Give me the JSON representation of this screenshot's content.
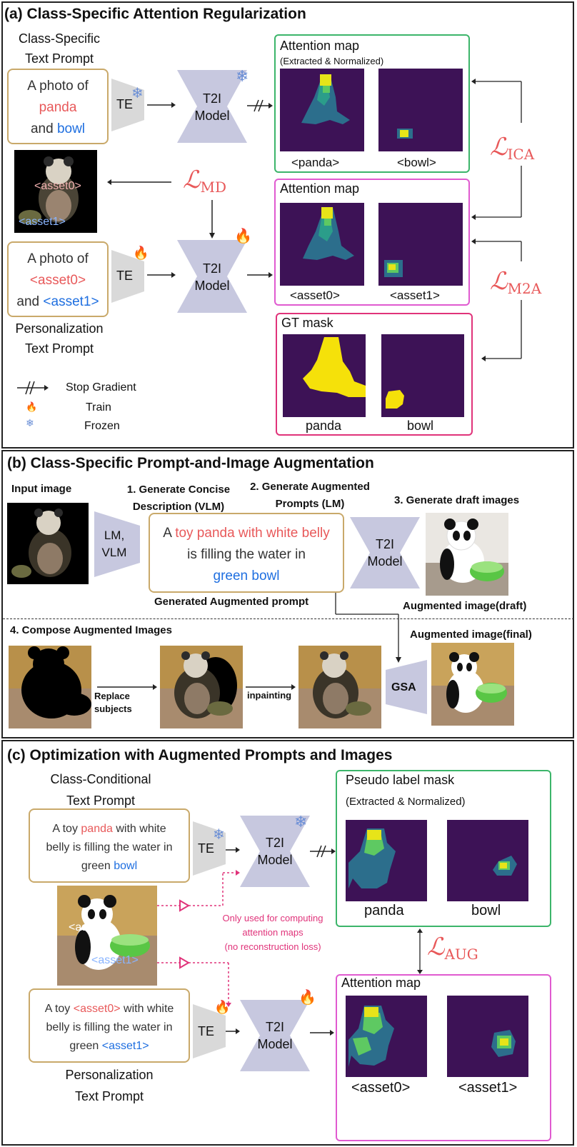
{
  "a": {
    "title": "(a) Class-Specific Attention Regularization",
    "cs_label_1": "Class-Specific",
    "cs_label_2": "Text Prompt",
    "prompt1": {
      "l1": "A photo of",
      "panda": "panda",
      "and": "and",
      "bowl": "bowl"
    },
    "prompt2": {
      "l1": "A photo of",
      "asset0": "<asset0>",
      "and": "and",
      "asset1": "<asset1>"
    },
    "te": "TE",
    "t2i_1": "T2I",
    "t2i_2": "Model",
    "img_asset0": "<asset0>",
    "img_asset1": "<asset1>",
    "loss_md": "MD",
    "loss_ica": "ICA",
    "loss_m2a": "M2A",
    "attn_title": "Attention map",
    "attn_sub": "(Extracted & Normalized)",
    "attn_lbl_panda": "<panda>",
    "attn_lbl_bowl": "<bowl>",
    "attn2_title": "Attention map",
    "attn2_lbl_a0": "<asset0>",
    "attn2_lbl_a1": "<asset1>",
    "gt_title": "GT mask",
    "gt_lbl_panda": "panda",
    "gt_lbl_bowl": "bowl",
    "pers_1": "Personalization",
    "pers_2": "Text Prompt",
    "legend": {
      "stop": "Stop Gradient",
      "train": "Train",
      "frozen": "Frozen"
    }
  },
  "b": {
    "title": "(b)  Class-Specific Prompt-and-Image Augmentation",
    "input_image": "Input image",
    "step1_1": "1.  Generate Concise",
    "step1_2": "Description (VLM)",
    "step2_1": "2.  Generate Augmented",
    "step2_2": "Prompts (LM)",
    "step3": "3.  Generate draft images",
    "lm_1": "LM,",
    "lm_2": "VLM",
    "prompt": {
      "a": "A",
      "red": "toy panda with white belly",
      "mid": "is filling the water in",
      "blue": "green bowl"
    },
    "gen_aug_prompt": "Generated Augmented prompt",
    "t2i_1": "T2I",
    "t2i_2": "Model",
    "aug_draft": "Augmented image(draft)",
    "step4": "4.  Compose Augmented Images",
    "replace_1": "Replace",
    "replace_2": "subjects",
    "inpainting": "inpainting",
    "gsa": "GSA",
    "aug_final": "Augmented image(final)"
  },
  "c": {
    "title": "(c) Optimization with Augmented Prompts and Images",
    "cc_1": "Class-Conditional",
    "cc_2": "Text Prompt",
    "prompt1": {
      "a": "A toy",
      "panda": "panda",
      "with": "with white",
      "l2": "belly is filling the water in",
      "green": "green",
      "bowl": "bowl"
    },
    "prompt2": {
      "a": "A toy",
      "asset0": "<asset0>",
      "with": "with white",
      "l2": "belly is filling the water in",
      "green": "green",
      "asset1": "<asset1>"
    },
    "te": "TE",
    "t2i_1": "T2I",
    "t2i_2": "Model",
    "img_asset0": "<asset0>",
    "img_asset1": "<asset1>",
    "note_1": "Only used for computing",
    "note_2": "attention maps",
    "note_3": "(no reconstruction loss)",
    "pseudo_title": "Pseudo label mask",
    "pseudo_sub": "(Extracted & Normalized)",
    "pseudo_lbl_panda": "panda",
    "pseudo_lbl_bowl": "bowl",
    "loss_aug": "AUG",
    "attn_title": "Attention map",
    "attn_lbl_a0": "<asset0>",
    "attn_lbl_a1": "<asset1>",
    "pers_1": "Personalization",
    "pers_2": "Text Prompt"
  },
  "colors": {
    "accent_red": "#e8595a",
    "accent_blue": "#1f6fe0",
    "green_box": "#3cb56a",
    "pink_box": "#e05ad0",
    "rose_box": "#e0337a",
    "prompt_border": "#c9a96a",
    "map_bg": "#3d1256",
    "mask_yellow": "#f5e10a"
  },
  "icons": [
    "snowflake-icon",
    "fire-icon",
    "stop-gradient-icon",
    "arrow-icon"
  ]
}
